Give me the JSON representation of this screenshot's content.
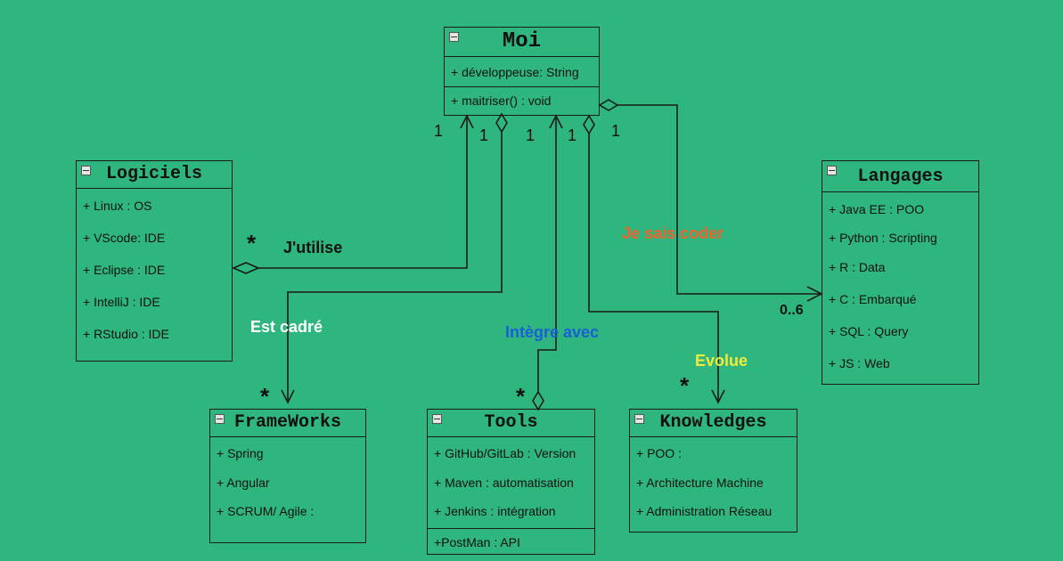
{
  "classes": {
    "moi": {
      "name": "Moi",
      "attributes": [
        "+ développeuse: String"
      ],
      "methods": [
        "+ maitriser() : void"
      ]
    },
    "logiciels": {
      "name": "Logiciels",
      "items": [
        "+ Linux : OS",
        "+ VScode:  IDE",
        "+ Eclipse : IDE",
        "+ IntelliJ : IDE",
        "+ RStudio : IDE"
      ]
    },
    "langages": {
      "name": "Langages",
      "items": [
        "+ Java EE : POO",
        "+ Python : Scripting",
        "+ R : Data",
        "+ C :  Embarqué",
        "+ SQL : Query",
        "+ JS : Web"
      ]
    },
    "frameworks": {
      "name": "FrameWorks",
      "items": [
        "+ Spring",
        "+  Angular",
        "+ SCRUM/ Agile :"
      ]
    },
    "tools": {
      "name": "Tools",
      "items": [
        "+ GitHub/GitLab : Version",
        "+ Maven : automatisation",
        "+ Jenkins : intégration",
        "+PostMan : API"
      ]
    },
    "knowledges": {
      "name": "Knowledges",
      "items": [
        "+ POO :",
        "+ Architecture Machine",
        "+ Administration Réseau"
      ]
    }
  },
  "relations": {
    "jutilise": {
      "label": "J'utilise",
      "color": "#111111"
    },
    "est_cadre": {
      "label": "Est cadré",
      "color": "#ffffff"
    },
    "integre_avec": {
      "label": "Intègre avec",
      "color": "#1a5fd6"
    },
    "evolue": {
      "label": "Evolue",
      "color": "#f2ea3a"
    },
    "je_sais_coder": {
      "label": "Je sais coder",
      "color": "#f0602a"
    }
  },
  "multiplicities": {
    "m1": "1",
    "m2": "1",
    "m3": "1",
    "m4": "1",
    "m5": "1",
    "star_logiciels": "*",
    "star_frameworks": "*",
    "star_tools": "*",
    "star_knowledges": "*",
    "langages_range": "0..6"
  },
  "colors": {
    "background": "#2fb57e",
    "line": "#1a1a1a"
  }
}
